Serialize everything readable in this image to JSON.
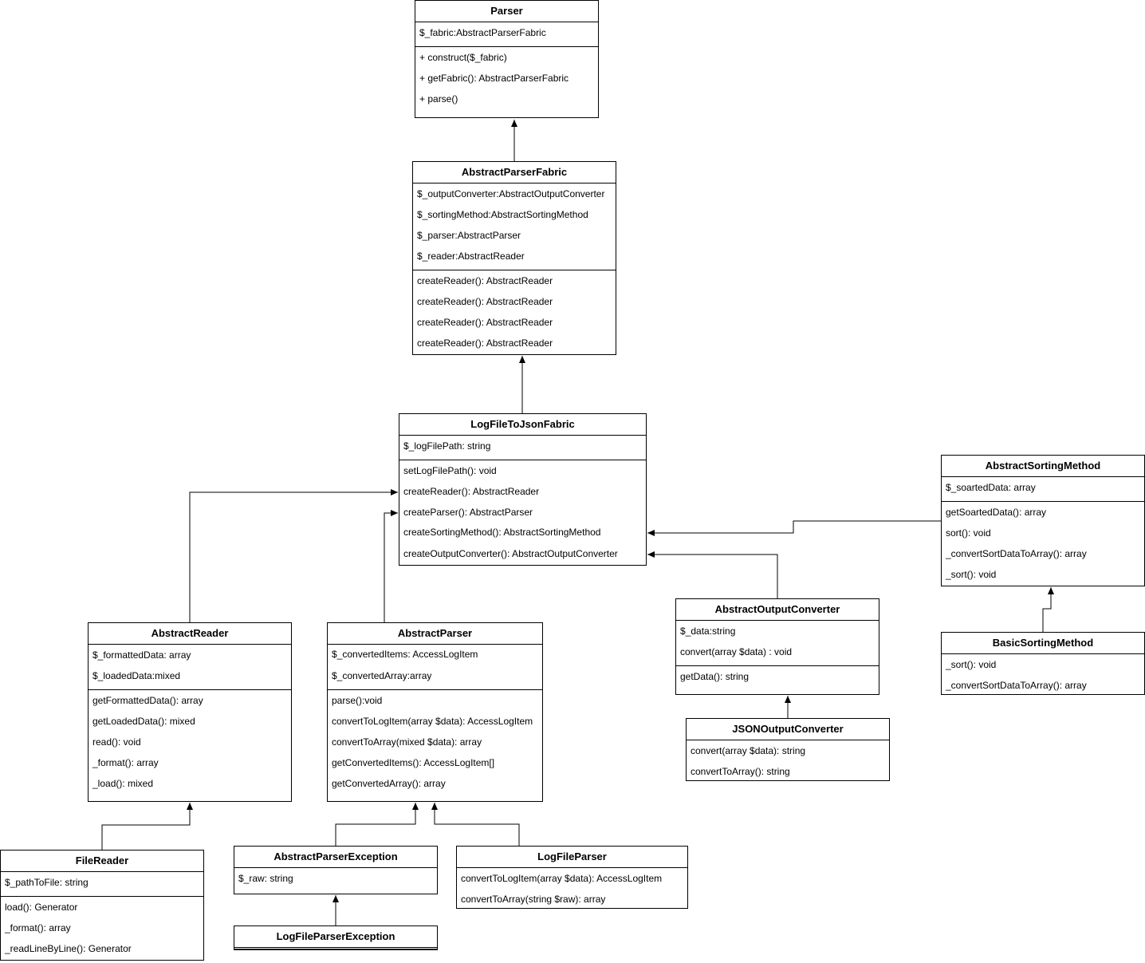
{
  "classes": [
    {
      "id": "parser",
      "name": "Parser",
      "attributes": [
        "$_fabric:AbstractParserFabric"
      ],
      "methods": [
        "+ construct($_fabric)",
        "+ getFabric(): AbstractParserFabric",
        "+ parse()"
      ]
    },
    {
      "id": "abstract-parser-fabric",
      "name": "AbstractParserFabric",
      "attributes": [
        "$_outputConverter:AbstractOutputConverter",
        "$_sortingMethod:AbstractSortingMethod",
        "$_parser:AbstractParser",
        "$_reader:AbstractReader"
      ],
      "methods": [
        "createReader(): AbstractReader",
        "createReader(): AbstractReader",
        "createReader(): AbstractReader",
        "createReader(): AbstractReader"
      ]
    },
    {
      "id": "log-file-to-json-fabric",
      "name": "LogFileToJsonFabric",
      "attributes": [
        "$_logFilePath: string"
      ],
      "methods": [
        "setLogFilePath(): void",
        "createReader(): AbstractReader",
        "createParser(): AbstractParser",
        "createSortingMethod(): AbstractSortingMethod",
        "createOutputConverter(): AbstractOutputConverter"
      ]
    },
    {
      "id": "abstract-sorting-method",
      "name": "AbstractSortingMethod",
      "attributes": [
        "$_soartedData: array"
      ],
      "methods": [
        "getSoartedData(): array",
        "sort(): void",
        "_convertSortDataToArray(): array",
        "_sort(): void"
      ]
    },
    {
      "id": "basic-sorting-method",
      "name": "BasicSortingMethod",
      "attributes": [],
      "methods": [
        "_sort(): void",
        "_convertSortDataToArray(): array"
      ]
    },
    {
      "id": "abstract-output-converter",
      "name": "AbstractOutputConverter",
      "attributes": [
        "$_data:string",
        "convert(array $data) : void"
      ],
      "methods": [
        "getData(): string"
      ]
    },
    {
      "id": "json-output-converter",
      "name": "JSONOutputConverter",
      "attributes": [],
      "methods": [
        "convert(array $data): string",
        "convertToArray(): string"
      ]
    },
    {
      "id": "abstract-reader",
      "name": "AbstractReader",
      "attributes": [
        "$_formattedData: array",
        "$_loadedData:mixed"
      ],
      "methods": [
        "getFormattedData(): array",
        "getLoadedData(): mixed",
        "read(): void",
        "_format(): array",
        "_load(): mixed"
      ]
    },
    {
      "id": "abstract-parser",
      "name": "AbstractParser",
      "attributes": [
        "$_convertedItems: AccessLogItem",
        "$_convertedArray:array"
      ],
      "methods": [
        "parse():void",
        "convertToLogItem(array $data): AccessLogItem",
        "convertToArray(mixed $data): array",
        "getConvertedItems(): AccessLogItem[]",
        "getConvertedArray(): array"
      ]
    },
    {
      "id": "file-reader",
      "name": "FileReader",
      "attributes": [
        "$_pathToFile: string"
      ],
      "methods": [
        "load(): Generator",
        "_format(): array",
        "_readLineByLine(): Generator"
      ]
    },
    {
      "id": "abstract-parser-exception",
      "name": "AbstractParserException",
      "attributes": [
        "$_raw: string"
      ],
      "methods": []
    },
    {
      "id": "log-file-parser",
      "name": "LogFileParser",
      "attributes": [],
      "methods": [
        "convertToLogItem(array $data): AccessLogItem",
        "convertToArray(string $raw): array"
      ]
    },
    {
      "id": "log-file-parser-exception",
      "name": "LogFileParserException",
      "attributes": [],
      "methods": []
    }
  ],
  "relations": [
    {
      "from": "abstract-parser-fabric",
      "to": "parser"
    },
    {
      "from": "log-file-to-json-fabric",
      "to": "abstract-parser-fabric"
    },
    {
      "from": "abstract-reader",
      "to": "log-file-to-json-fabric"
    },
    {
      "from": "abstract-parser",
      "to": "log-file-to-json-fabric"
    },
    {
      "from": "abstract-sorting-method",
      "to": "log-file-to-json-fabric"
    },
    {
      "from": "abstract-output-converter",
      "to": "log-file-to-json-fabric"
    },
    {
      "from": "basic-sorting-method",
      "to": "abstract-sorting-method"
    },
    {
      "from": "json-output-converter",
      "to": "abstract-output-converter"
    },
    {
      "from": "file-reader",
      "to": "abstract-reader"
    },
    {
      "from": "abstract-parser-exception",
      "to": "abstract-parser"
    },
    {
      "from": "log-file-parser",
      "to": "abstract-parser"
    },
    {
      "from": "log-file-parser-exception",
      "to": "abstract-parser-exception"
    }
  ]
}
